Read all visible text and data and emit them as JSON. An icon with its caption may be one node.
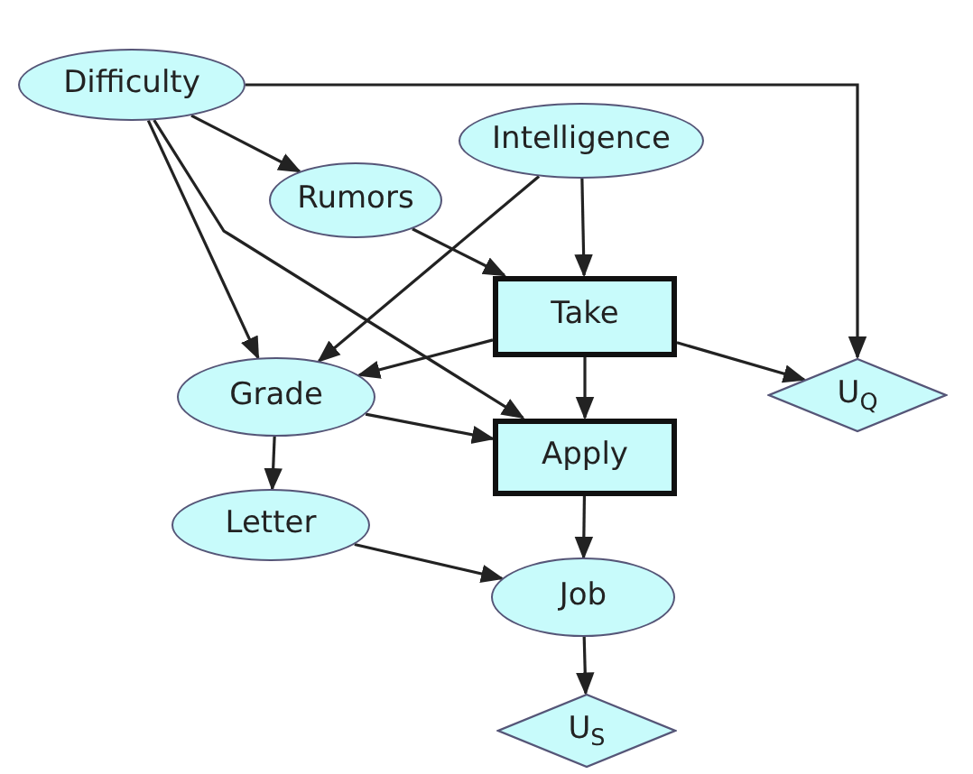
{
  "diagram": {
    "nodes": [
      {
        "text": [
          "Difficulty"
        ]
      },
      {
        "text": [
          "Intelligence"
        ]
      },
      {
        "text": [
          "Rumors"
        ]
      },
      {
        "text": [
          "Take"
        ]
      },
      {
        "text": [
          "U$_{Q}$"
        ]
      },
      {
        "text": [
          "Grade"
        ]
      },
      {
        "text": [
          "Apply"
        ]
      },
      {
        "text": [
          "Letter"
        ]
      },
      {
        "text": [
          "Job"
        ]
      },
      {
        "text": [
          "U$_{S}$"
        ]
      }
    ],
    "edges": [
      {
        "from": 0,
        "to": 2,
        "arrow": "to"
      },
      {
        "from": 0,
        "to": 5,
        "arrow": "to"
      },
      {
        "from": 0,
        "to": 6,
        "arrow": "to"
      },
      {
        "from": 0,
        "to": 4,
        "arrow": "to"
      },
      {
        "from": 1,
        "to": 5,
        "arrow": "to"
      },
      {
        "from": 1,
        "to": 3,
        "arrow": "to"
      },
      {
        "from": 2,
        "to": 3,
        "arrow": "to"
      },
      {
        "from": 3,
        "to": 5,
        "arrow": "to"
      },
      {
        "from": 3,
        "to": 6,
        "arrow": "to"
      },
      {
        "from": 3,
        "to": 4,
        "arrow": "to"
      },
      {
        "from": 5,
        "to": 6,
        "arrow": "to"
      },
      {
        "from": 5,
        "to": 7,
        "arrow": "to"
      },
      {
        "from": 7,
        "to": 8,
        "arrow": "to"
      },
      {
        "from": 6,
        "to": 8,
        "arrow": "to"
      },
      {
        "from": 8,
        "to": 9,
        "arrow": "to"
      }
    ]
  }
}
